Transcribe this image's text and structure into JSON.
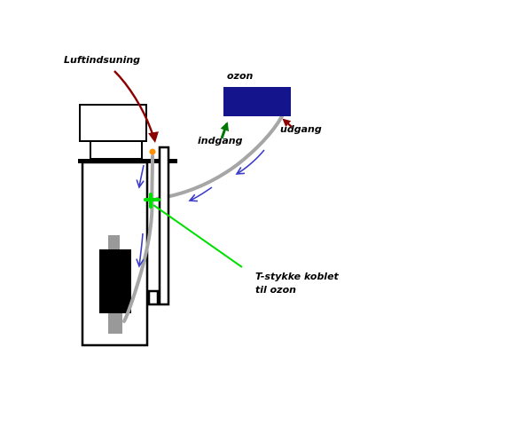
{
  "diagram": {
    "title": "ozone-tubing-paint-diagram",
    "labels": {
      "air_intake": "Luftindsuning",
      "ozone_box": "ozon",
      "inlet": "indgang",
      "outlet": "udgang",
      "t_piece_line1": "T-stykke koblet",
      "t_piece_line2": "til ozon"
    },
    "colors": {
      "background": "#FFFFFF",
      "machine_outline": "#000000",
      "ozone_box_navy": "#14148C",
      "tube_gray": "#A6A6A6",
      "stub_gray": "#999999",
      "filter_black": "#000000",
      "flow_arrow_blue": "#3C3CC8",
      "intake_arrow_dark_red": "#8B0000",
      "inlet_arrow_dark_green": "#007700",
      "t_piece_bright_green": "#00E000",
      "connector_dot_orange": "#FF9000"
    }
  }
}
